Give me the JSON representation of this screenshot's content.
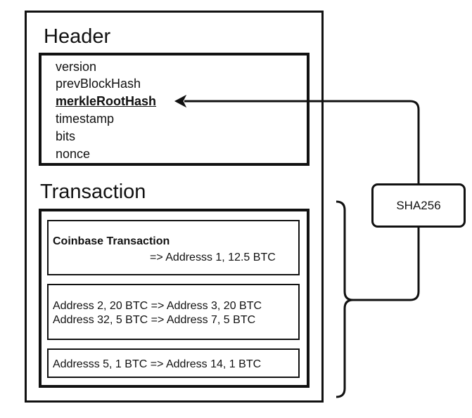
{
  "header": {
    "title": "Header",
    "fields": [
      "version",
      "prevBlockHash",
      "merkleRootHash",
      "timestamp",
      "bits",
      "nonce"
    ]
  },
  "transaction": {
    "title": "Transaction",
    "coinbase": {
      "title": "Coinbase Transaction",
      "line": "=> Addresss 1, 12.5 BTC"
    },
    "group2": {
      "line1": "Address 2, 20 BTC => Address 3, 20 BTC",
      "line2": "Address 32, 5 BTC => Address 7, 5 BTC"
    },
    "group3": {
      "line1": "Addresss 5, 1 BTC => Address 14, 1 BTC"
    }
  },
  "hash_function": {
    "label": "SHA256"
  }
}
